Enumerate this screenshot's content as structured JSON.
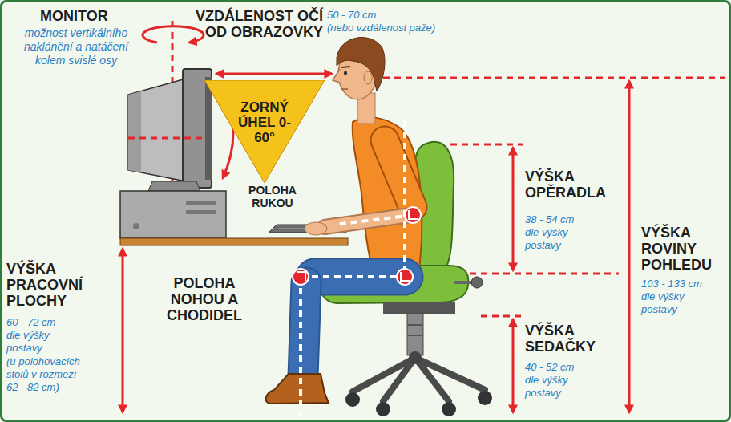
{
  "diagram": {
    "nodes": [
      {
        "text": [
          "ZORNÝ ÚHEL 0-60°"
        ]
      }
    ],
    "labels": [
      "MONITOR",
      "možnost vertikálního naklánění a natáčení kolem svislé osy",
      "VZDÁLENOST OČÍ OD OBRAZOVKY",
      "50 - 70 cm",
      "(nebo vzdálenost paže)",
      "POLOHA RUKOU",
      "VÝŠKA OPĚRADLA",
      "38 - 54 cm dle výšky postavy",
      "VÝŠKA ROVINY POHLEDU",
      "103 - 133 cm dle výšky postavy",
      "VÝŠKA PRACOVNÍ PLOCHY",
      "60 - 72 cm dle výšky postavy",
      "(u polohovacích stolů v rozmezí 62 - 82 cm)",
      "POLOHA NOHOU A CHODIDEL",
      "VÝŠKA SEDAČKY",
      "40 - 52 cm dle výšky postavy"
    ]
  }
}
